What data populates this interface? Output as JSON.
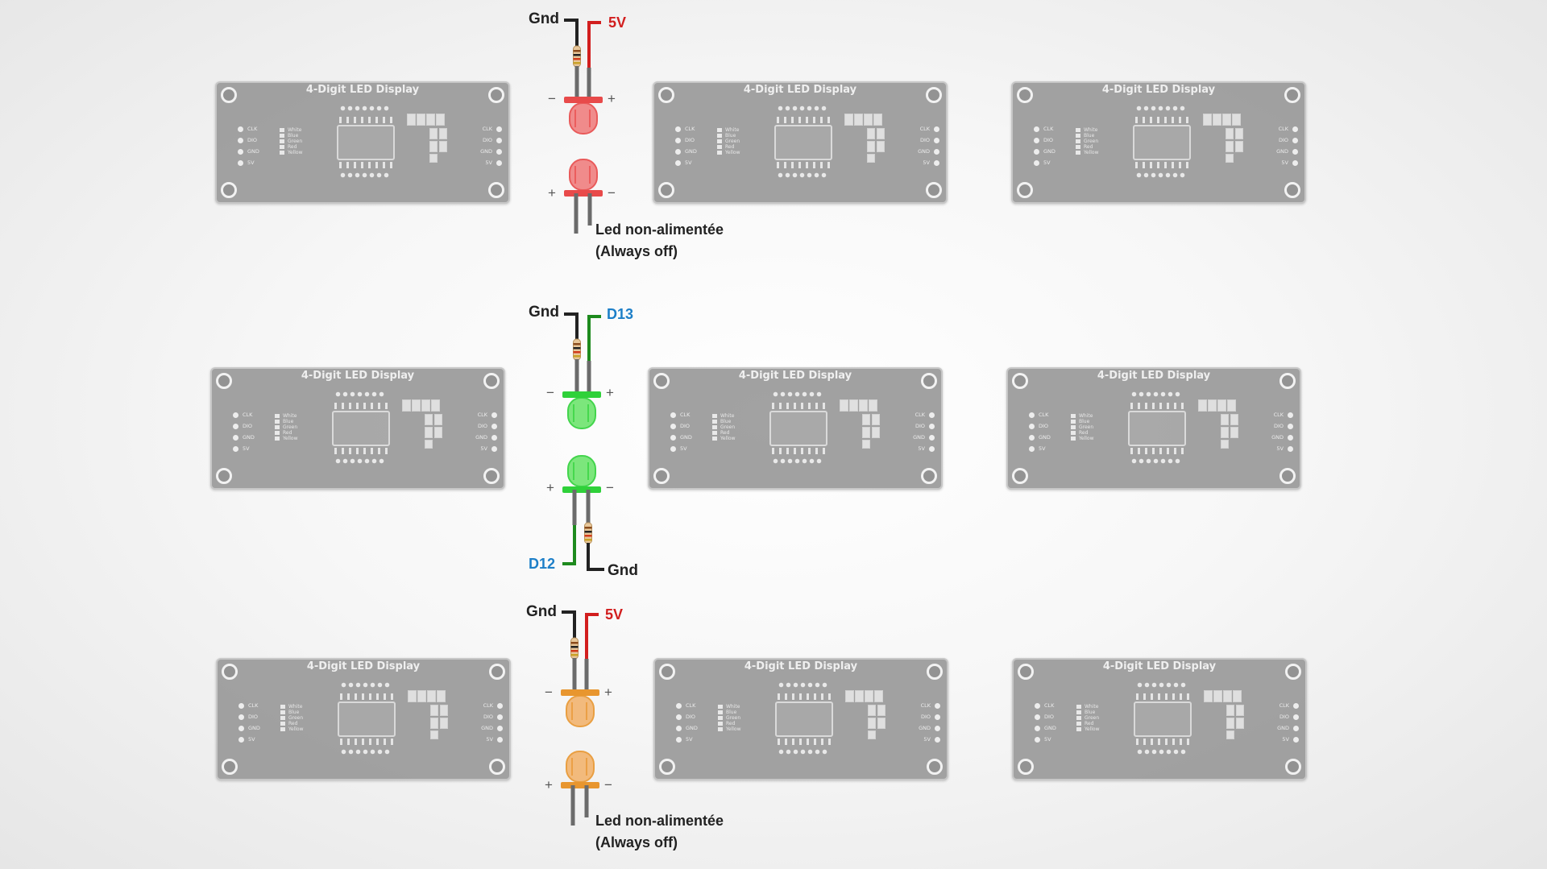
{
  "board": {
    "title": "4-Digit LED Display",
    "pins_left": [
      "CLK",
      "DIO",
      "GND",
      "5V"
    ],
    "pins_right": [
      "CLK",
      "DIO",
      "GND",
      "5V"
    ],
    "colors": [
      "White",
      "Blue",
      "Green",
      "Red",
      "Yellow"
    ]
  },
  "groups": [
    {
      "id": "top",
      "led_color": "#e84a4a",
      "led_fill": "#f08080",
      "wire_color": "#d21e1e",
      "upper": {
        "gnd": "Gnd",
        "signal": "5V",
        "minus": "−",
        "plus": "+"
      },
      "lower": {
        "plus": "+",
        "minus": "−",
        "note": [
          "Led non-alimentée",
          "(Always off)"
        ]
      }
    },
    {
      "id": "middle",
      "led_color": "#2fd13a",
      "led_fill": "#6fe46f",
      "wire_color": "#1e8a1e",
      "upper": {
        "gnd": "Gnd",
        "signal": "D13",
        "minus": "−",
        "plus": "+"
      },
      "lower": {
        "plus": "+",
        "minus": "−",
        "signal": "D12",
        "gnd": "Gnd"
      }
    },
    {
      "id": "bottom",
      "led_color": "#e8962f",
      "led_fill": "#f2b470",
      "wire_color": "#d21e1e",
      "upper": {
        "gnd": "Gnd",
        "signal": "5V",
        "minus": "−",
        "plus": "+"
      },
      "lower": {
        "plus": "+",
        "minus": "−",
        "note": [
          "Led non-alimentée",
          "(Always off)"
        ]
      }
    }
  ]
}
